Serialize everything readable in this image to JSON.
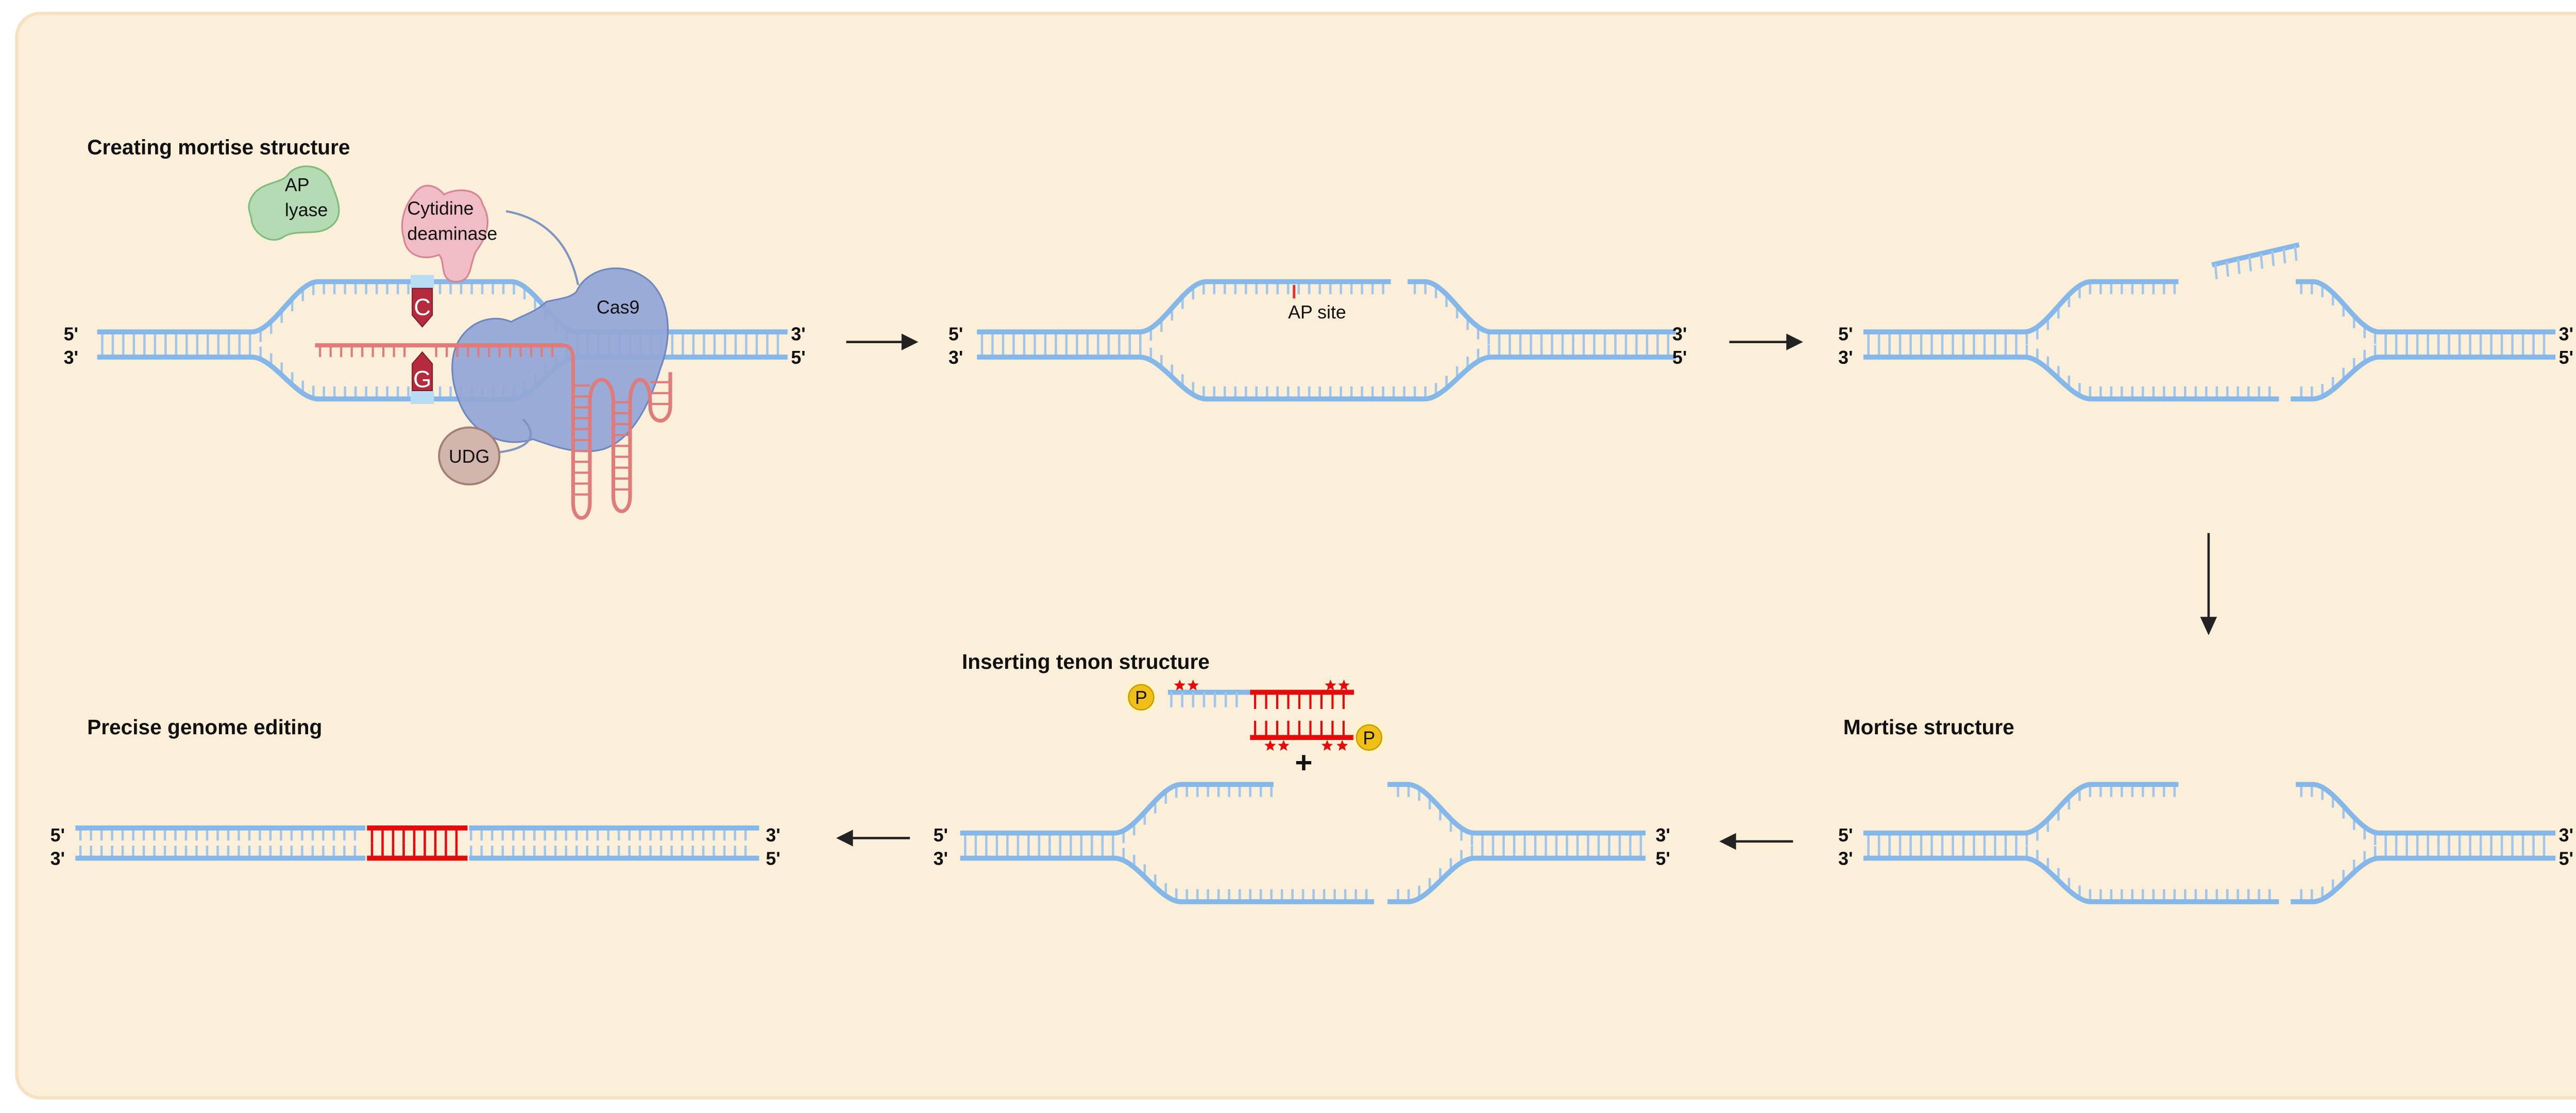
{
  "titles": {
    "creating": "Creating mortise structure",
    "inserting": "Inserting tenon structure",
    "precise": "Precise genome editing",
    "mortise": "Mortise structure"
  },
  "ends": {
    "five": "5'",
    "three": "3'"
  },
  "proteins": {
    "ap_lyase_line1": "AP",
    "ap_lyase_line2": "lyase",
    "cytidine_line1": "Cytidine",
    "cytidine_line2": "deaminase",
    "cas9": "Cas9",
    "udg": "UDG"
  },
  "bases": {
    "c": "C",
    "g": "G"
  },
  "ap_site": "AP site",
  "phosphate": "P",
  "plus": "+",
  "colors": {
    "background": "#fcefd9",
    "dna_strand": "#85b8e8",
    "dna_rung": "#a0c6ec",
    "guide_rna": "#e07b7b",
    "tenon": "#e60b0b",
    "cas9": "#94a7d6",
    "ap_lyase": "#b5dbb5",
    "cytidine_deaminase": "#f0bcc6",
    "udg": "#d2b6ad",
    "base_marker": "#b52a3c",
    "phosphate": "#f0c018"
  }
}
